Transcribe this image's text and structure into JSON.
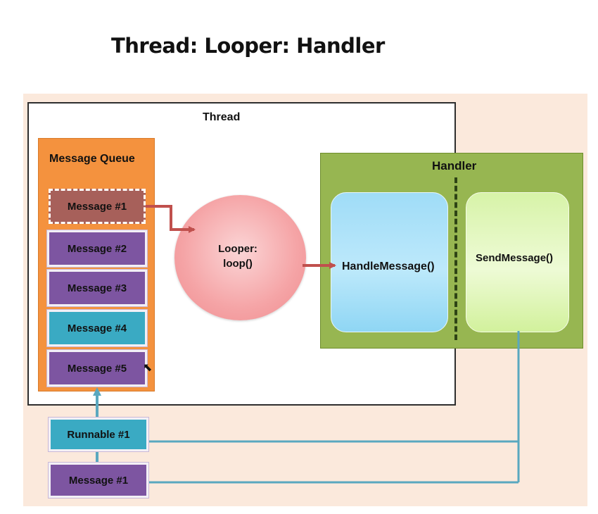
{
  "title": "Thread: Looper: Handler",
  "thread": {
    "label": "Thread"
  },
  "message_queue": {
    "label": "Message Queue",
    "items": [
      "Message #1",
      "Message #2",
      "Message #3",
      "Message #4",
      "Message #5"
    ]
  },
  "looper": {
    "line1": "Looper:",
    "line2": "loop()"
  },
  "handler": {
    "label": "Handler",
    "handle_message": "HandleMessage()",
    "send_message": "SendMessage()"
  },
  "incoming": {
    "runnable": "Runnable #1",
    "message": "Message #1"
  },
  "colors": {
    "queue": "#f4923e",
    "message_purple": "#7d55a1",
    "message_teal": "#3aaac3",
    "handler": "#97b651",
    "arrow_red": "#c0504d",
    "arrow_teal": "#5aa8bf"
  }
}
